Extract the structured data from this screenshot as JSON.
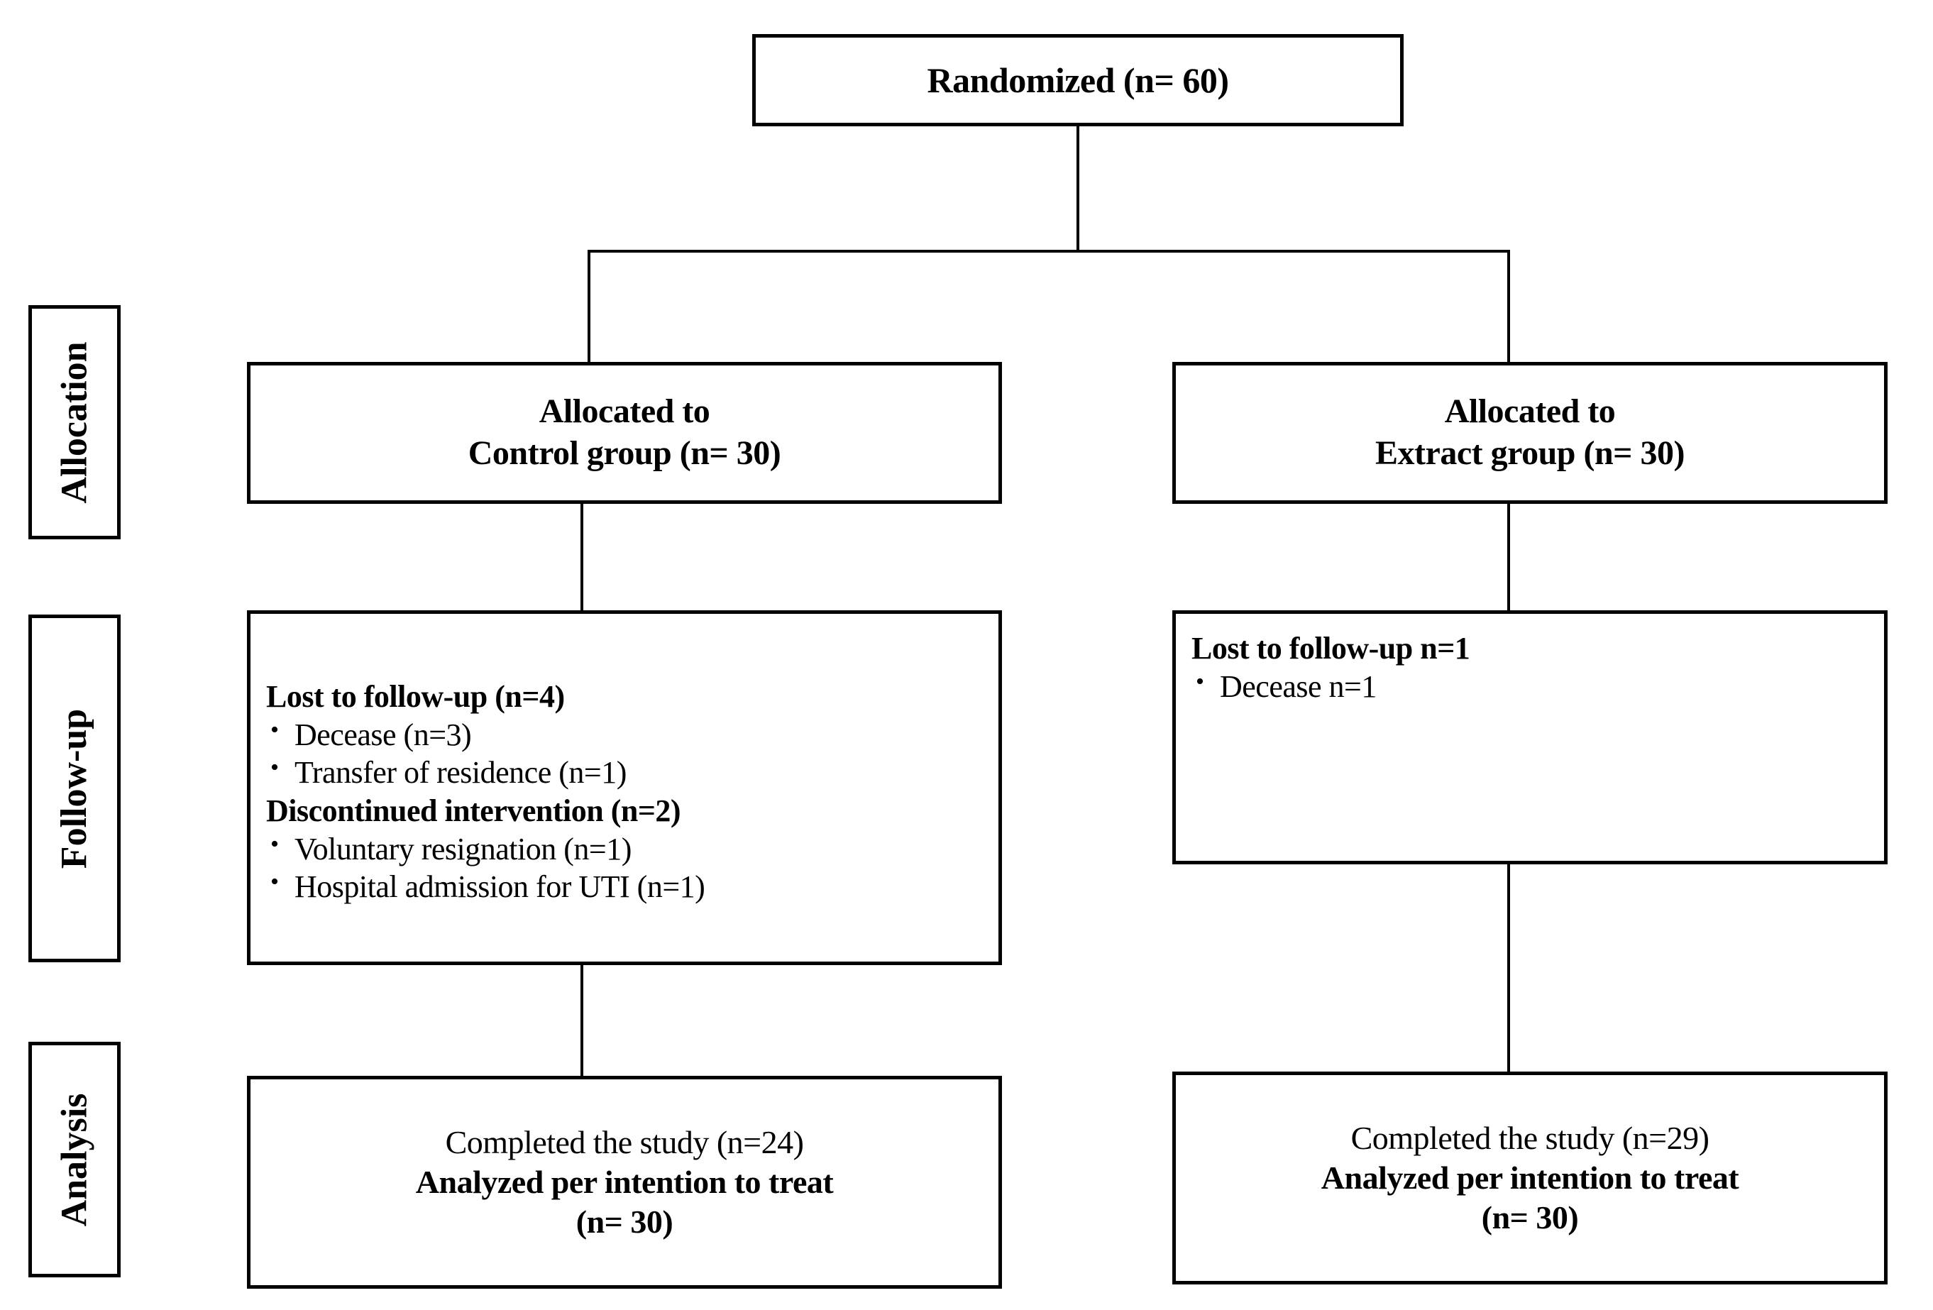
{
  "diagram": {
    "title": "CONSORT participant flow diagram",
    "stage_labels": [
      {
        "id": "allocation",
        "text": "Allocation"
      },
      {
        "id": "follow-up",
        "text": "Follow-up"
      },
      {
        "id": "analysis",
        "text": "Analysis"
      }
    ],
    "enrollment": {
      "randomized": "Randomized (n= 60)"
    },
    "allocation": {
      "control": {
        "line1": "Allocated to",
        "line2": "Control group (n= 30)"
      },
      "extract": {
        "line1": "Allocated to",
        "line2": "Extract group (n= 30)"
      }
    },
    "followup": {
      "control": {
        "lost_heading": "Lost to follow-up (n=4)",
        "lost_items": [
          "Decease (n=3)",
          "Transfer of residence (n=1)"
        ],
        "discontinued_heading": "Discontinued intervention (n=2)",
        "discontinued_items": [
          "Voluntary resignation  (n=1)",
          "Hospital admission for UTI (n=1)"
        ]
      },
      "extract": {
        "lost_heading": "Lost to follow-up n=1",
        "lost_items": [
          "Decease n=1"
        ]
      }
    },
    "analysis": {
      "control": {
        "line1": "Completed  the study (n=24)",
        "line2": "Analyzed per intention to treat",
        "line3": "(n= 30)"
      },
      "extract": {
        "line1": "Completed  the study (n=29)",
        "line2": "Analyzed per intention to treat",
        "line3": "(n= 30)"
      }
    },
    "colors": {
      "stroke": "#000000",
      "fill": "#FFFFFF",
      "text": "#000000"
    }
  }
}
